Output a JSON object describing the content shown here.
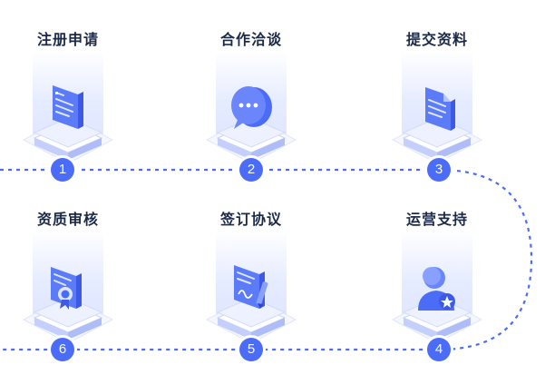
{
  "steps": [
    {
      "num": "1",
      "label": "注册申请",
      "icon": "document-form-icon"
    },
    {
      "num": "2",
      "label": "合作洽谈",
      "icon": "chat-bubble-icon"
    },
    {
      "num": "3",
      "label": "提交资料",
      "icon": "folded-document-icon"
    },
    {
      "num": "4",
      "label": "运营支持",
      "icon": "support-person-icon"
    },
    {
      "num": "5",
      "label": "签订协议",
      "icon": "signed-contract-icon"
    },
    {
      "num": "6",
      "label": "资质审核",
      "icon": "certificate-review-icon"
    }
  ],
  "colors": {
    "accent": "#4a6cf7",
    "connector": "#4a6cf7",
    "label_text": "#1c2a4a",
    "platform_top": "#eef1ff",
    "platform_side": "#b9c6fb"
  }
}
